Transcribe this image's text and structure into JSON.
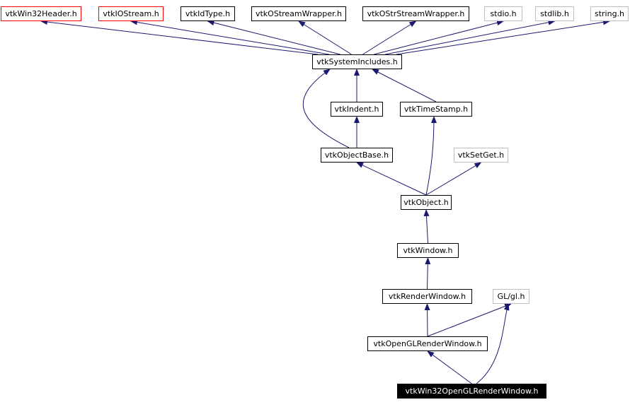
{
  "graph": {
    "colors": {
      "edge": "#191970",
      "documented_border": "#000000",
      "undocumented_border": "#ff0000",
      "external_border": "#bfbfbf",
      "current_fill": "#000000",
      "current_text": "#ffffff"
    },
    "nodes": {
      "win32header": {
        "label": "vtkWin32Header.h",
        "kind": "undocumented"
      },
      "iostream": {
        "label": "vtkIOStream.h",
        "kind": "undocumented"
      },
      "idtype": {
        "label": "vtkIdType.h",
        "kind": "documented"
      },
      "ostreamwrapper": {
        "label": "vtkOStreamWrapper.h",
        "kind": "documented"
      },
      "ostrstreamwrapper": {
        "label": "vtkOStrStreamWrapper.h",
        "kind": "documented"
      },
      "stdio": {
        "label": "stdio.h",
        "kind": "external"
      },
      "stdlib": {
        "label": "stdlib.h",
        "kind": "external"
      },
      "string": {
        "label": "string.h",
        "kind": "external"
      },
      "systemincludes": {
        "label": "vtkSystemIncludes.h",
        "kind": "documented"
      },
      "indent": {
        "label": "vtkIndent.h",
        "kind": "documented"
      },
      "timestamp": {
        "label": "vtkTimeStamp.h",
        "kind": "documented"
      },
      "objectbase": {
        "label": "vtkObjectBase.h",
        "kind": "documented"
      },
      "setget": {
        "label": "vtkSetGet.h",
        "kind": "external"
      },
      "object": {
        "label": "vtkObject.h",
        "kind": "documented"
      },
      "window": {
        "label": "vtkWindow.h",
        "kind": "documented"
      },
      "renderwindow": {
        "label": "vtkRenderWindow.h",
        "kind": "documented"
      },
      "glh": {
        "label": "GL/gl.h",
        "kind": "external"
      },
      "openglrenderwindow": {
        "label": "vtkOpenGLRenderWindow.h",
        "kind": "documented"
      },
      "win32openglrenderwindow": {
        "label": "vtkWin32OpenGLRenderWindow.h",
        "kind": "current"
      }
    },
    "edges": [
      [
        "systemincludes",
        "win32header"
      ],
      [
        "systemincludes",
        "iostream"
      ],
      [
        "systemincludes",
        "idtype"
      ],
      [
        "systemincludes",
        "ostreamwrapper"
      ],
      [
        "systemincludes",
        "ostrstreamwrapper"
      ],
      [
        "systemincludes",
        "stdio"
      ],
      [
        "systemincludes",
        "stdlib"
      ],
      [
        "systemincludes",
        "string"
      ],
      [
        "indent",
        "systemincludes"
      ],
      [
        "timestamp",
        "systemincludes"
      ],
      [
        "objectbase",
        "systemincludes"
      ],
      [
        "objectbase",
        "indent"
      ],
      [
        "object",
        "objectbase"
      ],
      [
        "object",
        "timestamp"
      ],
      [
        "object",
        "setget"
      ],
      [
        "window",
        "object"
      ],
      [
        "renderwindow",
        "window"
      ],
      [
        "openglrenderwindow",
        "renderwindow"
      ],
      [
        "openglrenderwindow",
        "glh"
      ],
      [
        "win32openglrenderwindow",
        "openglrenderwindow"
      ],
      [
        "win32openglrenderwindow",
        "glh"
      ]
    ]
  }
}
